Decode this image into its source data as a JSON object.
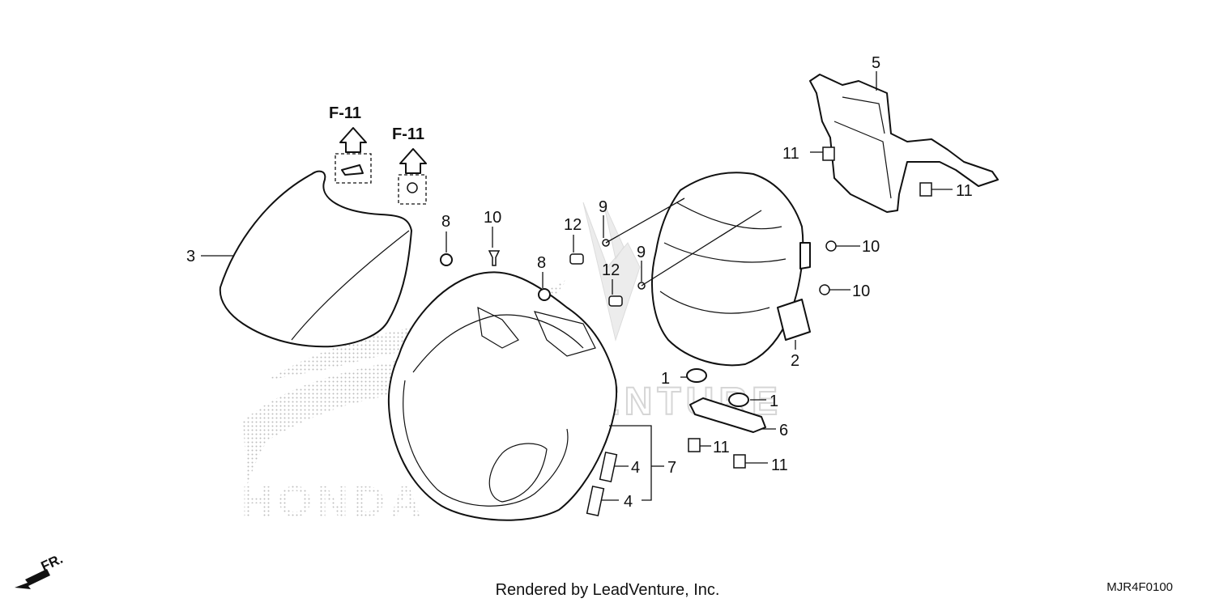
{
  "diagram": {
    "ref_labels": [
      "F-11",
      "F-11"
    ],
    "watermark_text": "LEADVENTURE",
    "honda_logo_text": "HONDA",
    "front_indicator": "FR.",
    "callouts": [
      "1",
      "1",
      "2",
      "3",
      "4",
      "4",
      "5",
      "6",
      "7",
      "8",
      "8",
      "9",
      "9",
      "10",
      "10",
      "10",
      "11",
      "11",
      "11",
      "11",
      "12",
      "12"
    ]
  },
  "footer": {
    "credit": "Rendered by LeadVenture, Inc.",
    "code": "MJR4F0100"
  }
}
